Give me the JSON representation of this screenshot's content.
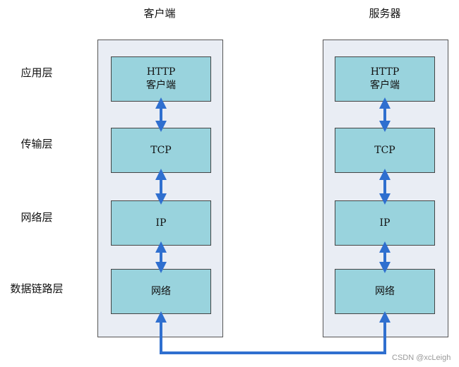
{
  "columns": {
    "client": {
      "title": "客户端"
    },
    "server": {
      "title": "服务器"
    }
  },
  "layers": [
    "应用层",
    "传输层",
    "网络层",
    "数据链路层"
  ],
  "client_boxes": [
    "HTTP\n客户端",
    "TCP",
    "IP",
    "网络"
  ],
  "server_boxes": [
    "HTTP\n客户端",
    "TCP",
    "IP",
    "网络"
  ],
  "watermark": "CSDN @xcLeigh",
  "colors": {
    "column_bg": "#e9edf4",
    "box_fill": "#99d3dd",
    "arrow": "#2f6fcf"
  }
}
